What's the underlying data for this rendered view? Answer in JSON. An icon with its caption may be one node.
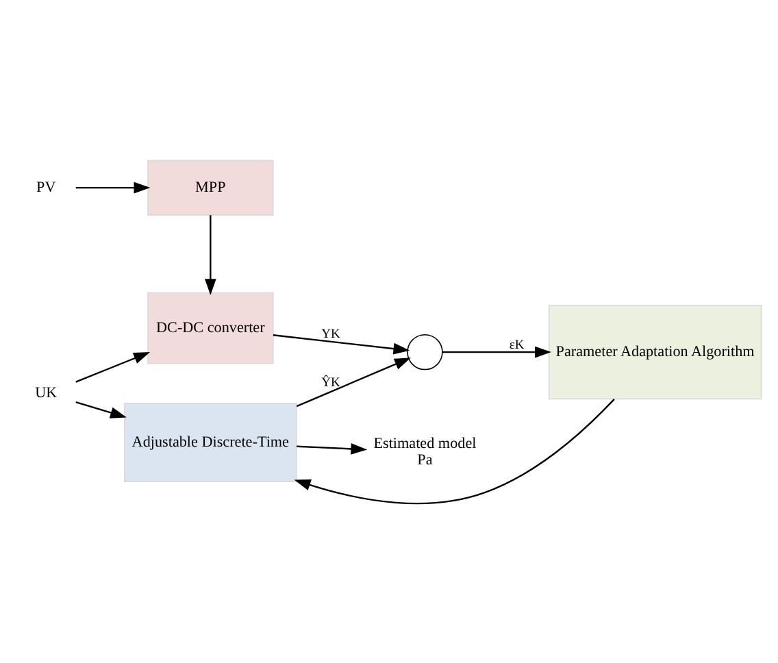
{
  "diagram": {
    "nodes": [
      {
        "text": [
          "PV"
        ]
      },
      {
        "text": [
          "MPP"
        ]
      },
      {
        "text": [
          "DC-DC converter"
        ]
      },
      {
        "text": [
          "UK"
        ]
      },
      {
        "text": [
          "Adjustable Discrete-Time"
        ]
      },
      {
        "text": [],
        "shape": "circle"
      },
      {
        "text": [
          "Parameter Adaptation Algorithm"
        ]
      },
      {
        "text": [
          "Estimated model",
          "Pa"
        ]
      }
    ],
    "edges": [
      {
        "from": 0,
        "to": 1,
        "arrow": "to"
      },
      {
        "from": 1,
        "to": 2,
        "arrow": "to"
      },
      {
        "from": 3,
        "to": 2,
        "arrow": "to"
      },
      {
        "from": 3,
        "to": 4,
        "arrow": "to"
      },
      {
        "from": 2,
        "to": 5,
        "arrow": "to",
        "label": "YK"
      },
      {
        "from": 4,
        "to": 5,
        "arrow": "to",
        "label": "ŶK"
      },
      {
        "from": 5,
        "to": 6,
        "arrow": "to",
        "label": "εK"
      },
      {
        "from": 6,
        "to": 4,
        "arrow": "to"
      },
      {
        "from": 4,
        "to": 7,
        "arrow": "to"
      }
    ]
  }
}
